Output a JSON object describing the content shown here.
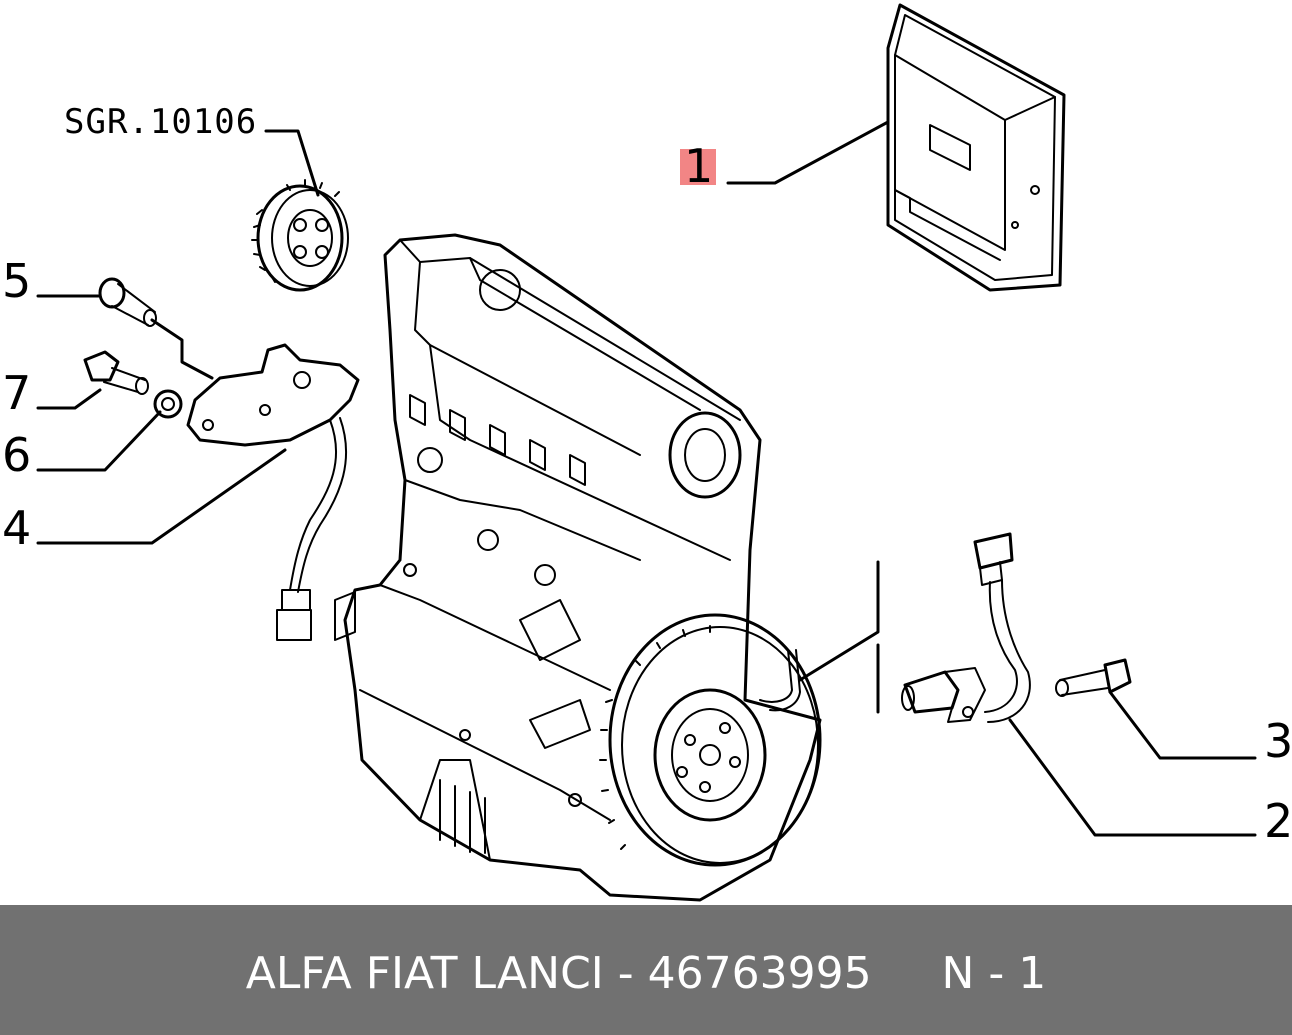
{
  "diagram": {
    "reference_code": "SGR.10106",
    "callouts": {
      "c1": "1",
      "c2": "2",
      "c3": "3",
      "c4": "4",
      "c5": "5",
      "c6": "6",
      "c7": "7"
    }
  },
  "footer": {
    "text": "ALFA FIAT LANCI - 46763995     N - 1"
  },
  "colors": {
    "footer_bg": "#717171",
    "highlight": "#f07070",
    "line": "#000000"
  }
}
